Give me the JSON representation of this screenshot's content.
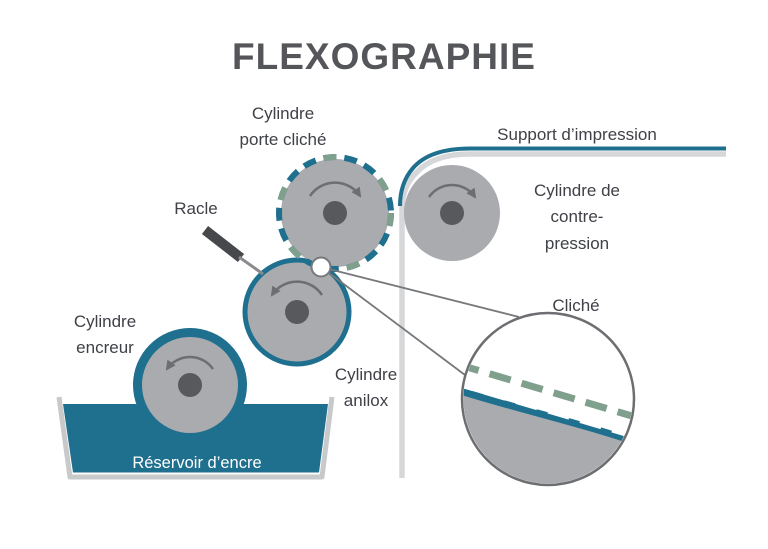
{
  "title": "FLEXOGRAPHIE",
  "labels": {
    "plate_cylinder": "Cylindre\nporte cliché",
    "print_substrate": "Support d’impression",
    "impression_cylinder": "Cylindre de\ncontre-\npression",
    "doctor_blade": "Racle",
    "ink_roller": "Cylindre\nencreur",
    "anilox_cylinder": "Cylindre\nanilox",
    "ink_reservoir": "Réservoir d’encre",
    "plate_detail": "Cliché"
  },
  "colors": {
    "ink_blue": "#1f6f8f",
    "sage_green": "#7fa08c",
    "cylinder_gray": "#a9abae",
    "hub_gray": "#58595d",
    "light_gray": "#d6d7d9",
    "outline_gray": "#6d6e71",
    "tank_rim": "#c8c9cb",
    "blade_dark": "#47484c",
    "text": "#3f4147",
    "title": "#55565a"
  }
}
